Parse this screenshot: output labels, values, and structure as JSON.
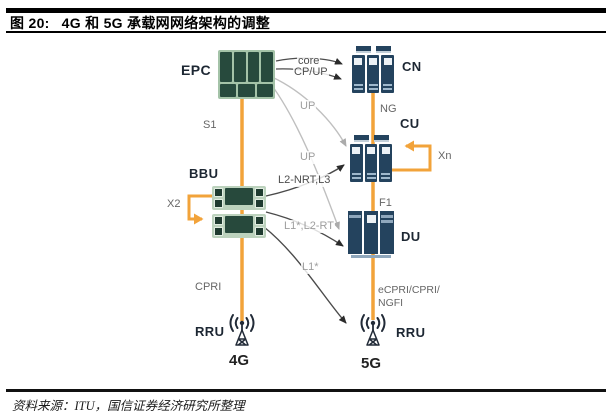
{
  "header": {
    "figure_label": "图 20:",
    "title": "4G 和 5G 承载网网络架构的调整"
  },
  "footer": {
    "source": "资料来源：ITU，国信证券经济研究所整理"
  },
  "colors": {
    "accent_orange": "#F2A33A",
    "node_navy": "#24435E",
    "node_green": "#274A3D",
    "line_gray": "#BFBFBF",
    "line_dark": "#4A4A4A"
  },
  "diagram": {
    "nodes": {
      "epc": "EPC",
      "bbu": "BBU",
      "rru4g": "RRU",
      "net4g": "4G",
      "cn": "CN",
      "cu": "CU",
      "du": "DU",
      "rru5g": "RRU",
      "net5g": "5G"
    },
    "links": {
      "s1": "S1",
      "x2": "X2",
      "cpri": "CPRI",
      "core": "core",
      "cp_up": "CP/UP",
      "up_cu": "UP",
      "up_du": "UP",
      "l2nrt_l3": "L2-NRT,L3",
      "l1_l2rt": "L1*,L2-RT",
      "l1": "L1*",
      "ng": "NG",
      "xn": "Xn",
      "f1": "F1",
      "ecpri": "eCPRI/CPRI/",
      "ngfi": "NGFI"
    }
  }
}
